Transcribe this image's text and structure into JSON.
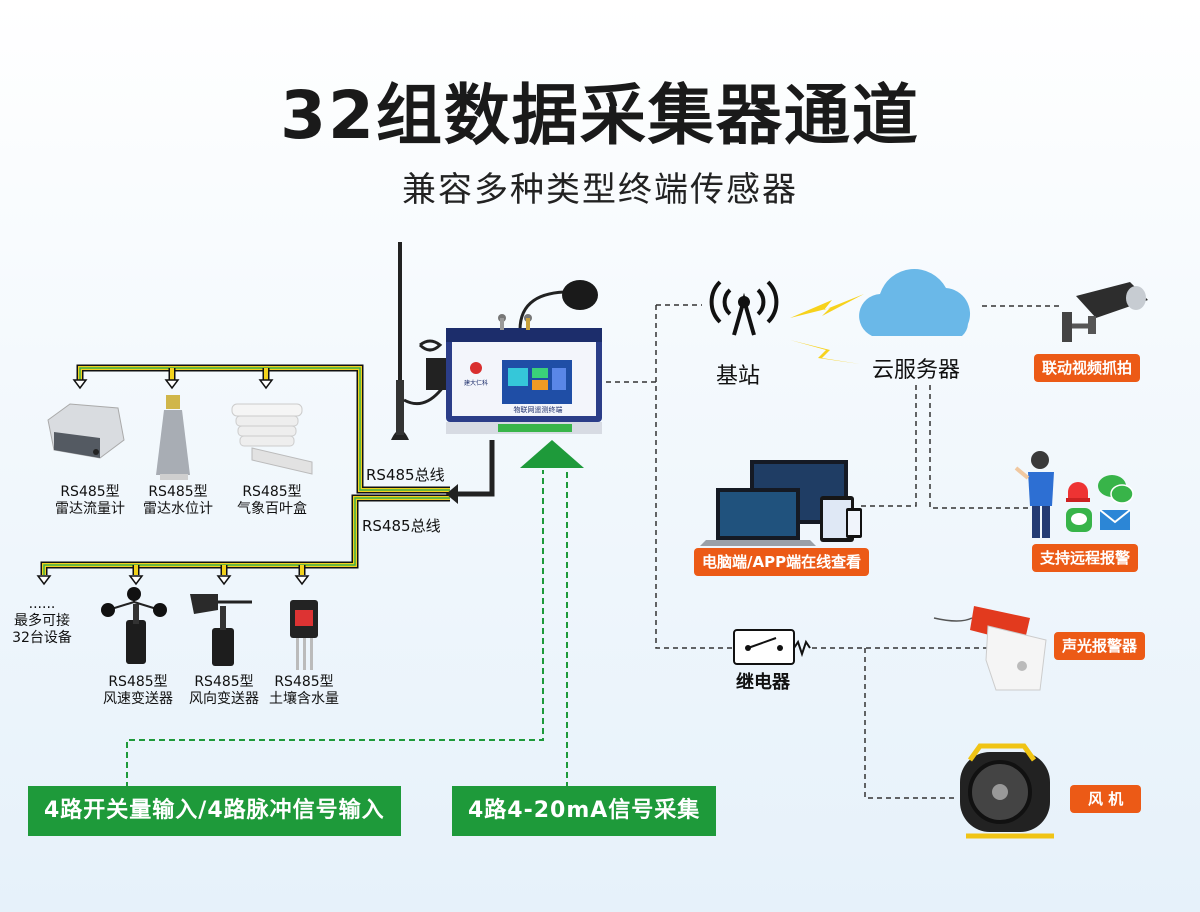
{
  "title": "32组数据采集器通道",
  "subtitle": "兼容多种类型终端传感器",
  "bus_labels": {
    "bus1": "RS485总线",
    "bus2": "RS485总线"
  },
  "row1_sensors": [
    {
      "line1": "RS485型",
      "line2": "雷达流量计"
    },
    {
      "line1": "RS485型",
      "line2": "雷达水位计"
    },
    {
      "line1": "RS485型",
      "line2": "气象百叶盒"
    }
  ],
  "row2_sensors": [
    {
      "line1": "RS485型",
      "line2": "风速变送器"
    },
    {
      "line1": "RS485型",
      "line2": "风向变送器"
    },
    {
      "line1": "RS485型",
      "line2": "土壤含水量"
    }
  ],
  "more_devices": {
    "dots": "......",
    "line1": "最多可接",
    "line2": "32台设备"
  },
  "device_screen": {
    "title": "物联网遥测终端",
    "brand": "建大仁科"
  },
  "base_station": "基站",
  "cloud_server": "云服务器",
  "relay": "继电器",
  "badges": {
    "video": "联动视频抓拍",
    "pc_app": "电脑端/APP端在线查看",
    "alarm": "支持远程报警",
    "sound_light": "声光报警器",
    "fan": "风 机"
  },
  "inputs": {
    "switch_pulse": "4路开关量输入/4路脉冲信号输入",
    "analog": "4路4-20mA信号采集"
  },
  "colors": {
    "green": "#1e9a3a",
    "orange": "#ec5a16",
    "cloud": "#6ab8e8",
    "navy": "#1c2d6b"
  }
}
